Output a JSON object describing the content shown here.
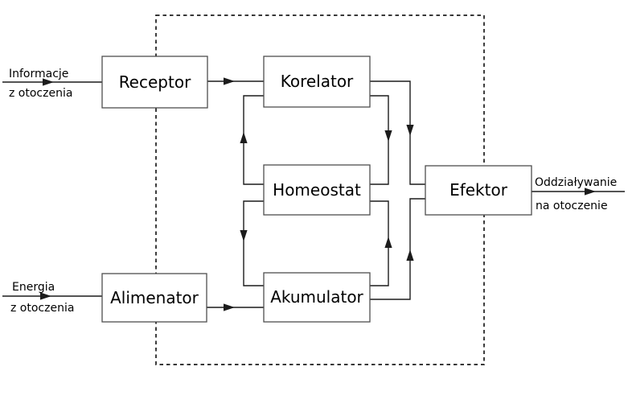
{
  "colors": {
    "background": "#ffffff",
    "line": "#1c1c1c",
    "box_border": "#4f4f4f",
    "box_fill": "#ffffff",
    "text": "#000000"
  },
  "diagram": {
    "type": "block-diagram",
    "language": "pl",
    "boundary": "dashed-rectangle-system-border",
    "nodes": {
      "receptor": {
        "label": "Receptor"
      },
      "korelator": {
        "label": "Korelator"
      },
      "homeostat": {
        "label": "Homeostat"
      },
      "akumulator": {
        "label": "Akumulator"
      },
      "alimenator": {
        "label": "Alimenator"
      },
      "efektor": {
        "label": "Efektor"
      }
    },
    "inputs": {
      "informacje": {
        "line1": "Informacje",
        "line2": "z otoczenia",
        "target": "receptor"
      },
      "energia": {
        "line1": "Energia",
        "line2": "z otoczenia",
        "target": "alimenator"
      }
    },
    "outputs": {
      "oddzialywanie": {
        "line1": "Oddziaływanie",
        "line2": "na otoczenie",
        "source": "efektor"
      }
    },
    "edges": [
      {
        "from": "otoczenie",
        "to": "receptor",
        "label": "Informacje z otoczenia"
      },
      {
        "from": "receptor",
        "to": "korelator",
        "label": ""
      },
      {
        "from": "korelator",
        "to": "homeostat",
        "label": ""
      },
      {
        "from": "homeostat",
        "to": "korelator",
        "label": ""
      },
      {
        "from": "korelator",
        "to": "efektor",
        "label": ""
      },
      {
        "from": "homeostat",
        "to": "akumulator",
        "label": ""
      },
      {
        "from": "akumulator",
        "to": "homeostat",
        "label": ""
      },
      {
        "from": "akumulator",
        "to": "efektor",
        "label": ""
      },
      {
        "from": "otoczenie",
        "to": "alimenator",
        "label": "Energia z otoczenia"
      },
      {
        "from": "efektor",
        "to": "otoczenie",
        "label": "Oddziaływanie na otoczenie"
      }
    ]
  }
}
